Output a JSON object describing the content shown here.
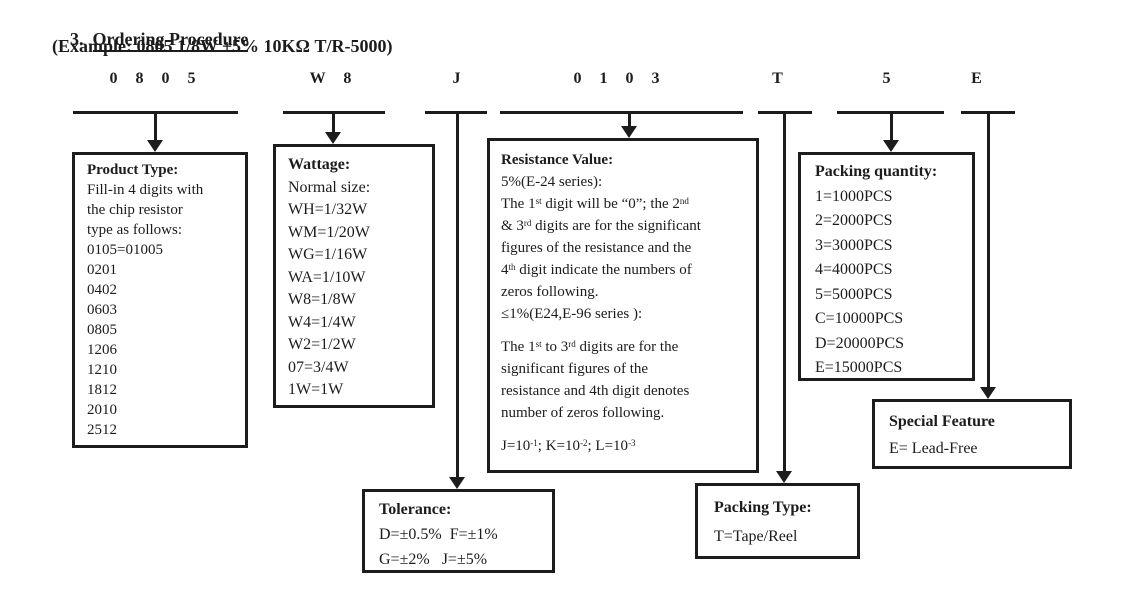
{
  "header": {
    "section_number": "3.",
    "title": "Ordering Procedure",
    "example": "(Example: 0805 1/8W ±5% 10KΩ T/R-5000)"
  },
  "code_segments": [
    {
      "label": "0 8 0 5"
    },
    {
      "label": "W 8"
    },
    {
      "label": "J"
    },
    {
      "label": "0 1 0 3"
    },
    {
      "label": "T"
    },
    {
      "label": "5"
    },
    {
      "label": "E"
    }
  ],
  "boxes": {
    "product_type": {
      "title": "Product Type:",
      "lines": [
        "Fill-in 4 digits with",
        "the chip resistor",
        "type as follows:",
        "0105=01005",
        "0201",
        "0402",
        "0603",
        "0805",
        "1206",
        "1210",
        "1812",
        "2010",
        "2512"
      ]
    },
    "wattage": {
      "title": "Wattage:",
      "lines": [
        "Normal size:",
        "WH=1/32W",
        "WM=1/20W",
        "WG=1/16W",
        "WA=1/10W",
        "W8=1/8W",
        "W4=1/4W",
        "W2=1/2W",
        "07=3/4W",
        "1W=1W"
      ]
    },
    "resistance_value": {
      "title": "Resistance Value:",
      "lines": [
        "5%(E-24 series):",
        "The 1^{st} digit will be “0”; the 2^{nd}",
        "& 3^{rd} digits are for the significant",
        "figures of the resistance and the",
        "4^{th} digit indicate the numbers of",
        "zeros following.",
        "≤1%(E24,E-96 series ):",
        "",
        "The 1^{st} to 3^{rd} digits are for the",
        "significant figures of the",
        "resistance and 4th digit denotes",
        "number of zeros following.",
        "",
        "J=10^{-1}; K=10^{-2}; L=10^{-3}"
      ]
    },
    "packing_quantity": {
      "title": "Packing quantity:",
      "lines": [
        "1=1000PCS",
        "2=2000PCS",
        "3=3000PCS",
        "4=4000PCS",
        "5=5000PCS",
        "C=10000PCS",
        "D=20000PCS",
        "E=15000PCS"
      ]
    },
    "tolerance": {
      "title": "Tolerance:",
      "lines": [
        "D=±0.5%  F=±1%",
        "G=±2%   J=±5%"
      ]
    },
    "packing_type": {
      "title": "Packing Type:",
      "lines": [
        "T=Tape/Reel"
      ]
    },
    "special_feature": {
      "title": "Special Feature",
      "lines": [
        "E= Lead-Free"
      ]
    }
  }
}
